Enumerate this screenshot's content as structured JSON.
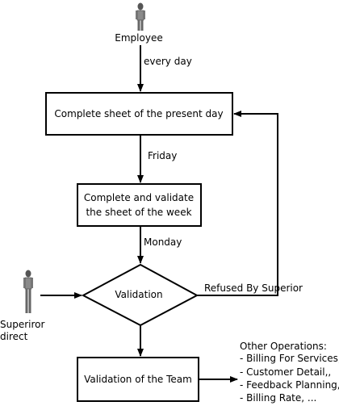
{
  "actors": {
    "employee": {
      "label": "Employee"
    },
    "superior": {
      "label_line1": "Superiror",
      "label_line2": "direct"
    }
  },
  "edges": {
    "employee_to_daily": "every day",
    "daily_to_weekly": "Friday",
    "weekly_to_validation": "Monday",
    "refused": "Refused By Superior"
  },
  "nodes": {
    "daily_sheet": "Complete sheet of the present day",
    "weekly_sheet_line1": "Complete and validate",
    "weekly_sheet_line2": "the sheet of the week",
    "validation": "Validation",
    "team_validation": "Validation of the Team"
  },
  "other_operations": {
    "title": "Other Operations:",
    "items": [
      "- Billing For Services,",
      "- Customer Detail,,",
      "- Feedback Planning,",
      "- Billing Rate, ..."
    ]
  }
}
